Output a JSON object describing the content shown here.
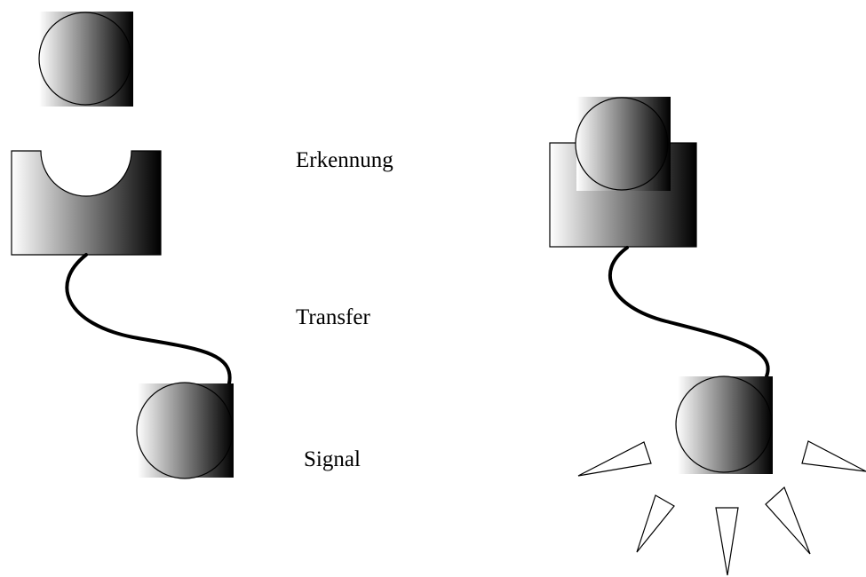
{
  "labels": {
    "recognition": "Erkennung",
    "transfer": "Transfer",
    "signal": "Signal"
  },
  "colors": {
    "gradient_light": "#ffffff",
    "gradient_dark": "#000000",
    "stroke": "#000000",
    "background": "#ffffff"
  },
  "icons": [
    "ligand-sphere-icon",
    "receptor-block-icon",
    "signal-sphere-icon",
    "signal-ray-icon"
  ]
}
